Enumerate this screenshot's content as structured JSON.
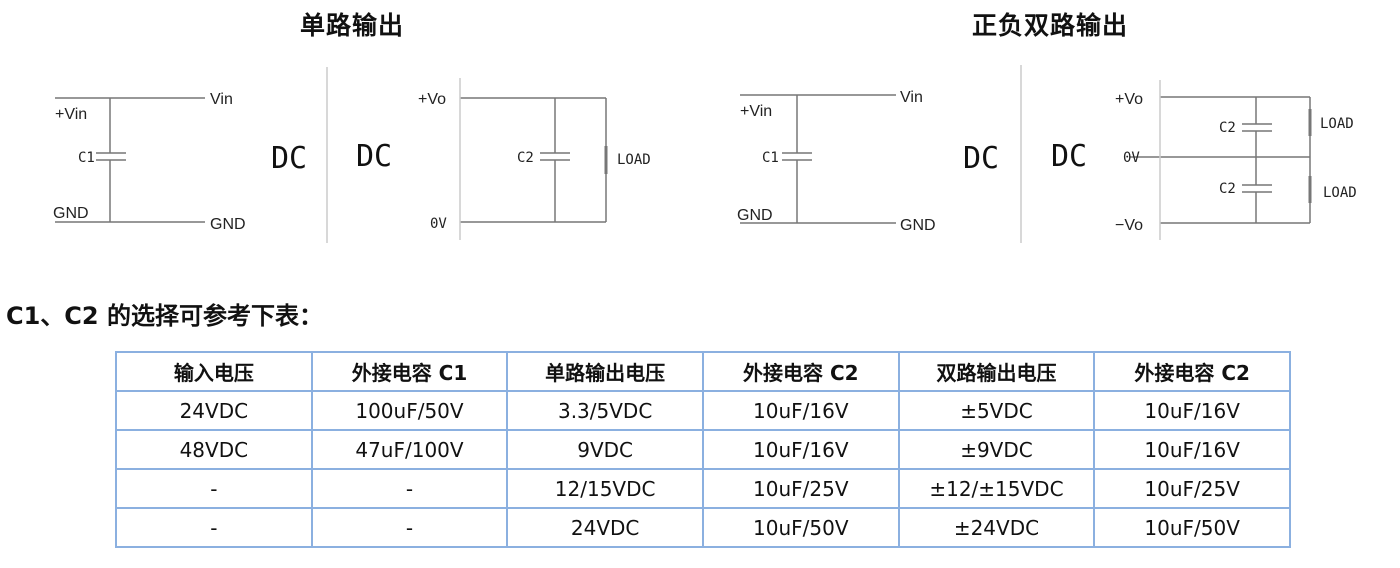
{
  "titles": {
    "single": "单路输出",
    "dual": "正负双路输出"
  },
  "single_circuit": {
    "input": {
      "vin_in": "+Vin",
      "vin_out": "Vin",
      "gnd_in": "GND",
      "gnd_out": "GND",
      "cap": "C1",
      "block": "DC"
    },
    "output": {
      "block": "DC",
      "vo": "+Vo",
      "ov": "0V",
      "cap": "C2",
      "load": "LOAD"
    }
  },
  "dual_circuit": {
    "input": {
      "vin_in": "+Vin",
      "vin_out": "Vin",
      "gnd_in": "GND",
      "gnd_out": "GND",
      "cap": "C1",
      "block": "DC"
    },
    "output": {
      "block": "DC",
      "vo_pos": "+Vo",
      "ov": "0V",
      "vo_neg": "−Vo",
      "cap_top": "C2",
      "cap_bottom": "C2",
      "load_top": "LOAD",
      "load_bottom": "LOAD"
    }
  },
  "note": "C1、C2 的选择可参考下表：",
  "table": {
    "headers": [
      "输入电压",
      "外接电容 C1",
      "单路输出电压",
      "外接电容 C2",
      "双路输出电压",
      "外接电容 C2"
    ],
    "rows": [
      [
        "24VDC",
        "100uF/50V",
        "3.3/5VDC",
        "10uF/16V",
        "±5VDC",
        "10uF/16V"
      ],
      [
        "48VDC",
        "47uF/100V",
        "9VDC",
        "10uF/16V",
        "±9VDC",
        "10uF/16V"
      ],
      [
        "-",
        "-",
        "12/15VDC",
        "10uF/25V",
        "±12/±15VDC",
        "10uF/25V"
      ],
      [
        "-",
        "-",
        "24VDC",
        "10uF/50V",
        "±24VDC",
        "10uF/50V"
      ]
    ]
  }
}
